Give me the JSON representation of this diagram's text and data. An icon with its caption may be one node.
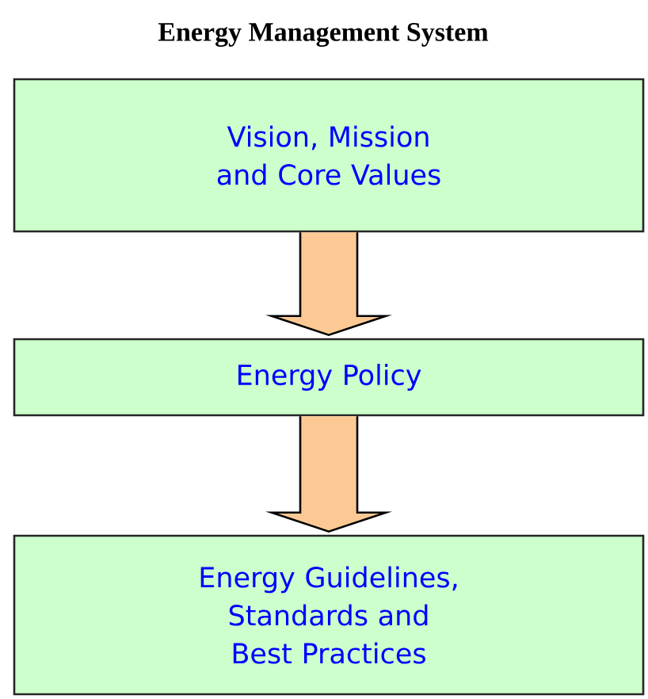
{
  "diagram": {
    "title": "Energy Management System",
    "nodes": [
      {
        "text": [
          "Vision, Mission and Core Values"
        ]
      },
      {
        "text": [
          "Energy Policy"
        ]
      },
      {
        "text": [
          "Energy Guidelines, Standards and Best Practices"
        ]
      }
    ],
    "edges": [
      {
        "from": 0,
        "to": 1,
        "arrow": "to"
      },
      {
        "from": 1,
        "to": 2,
        "arrow": "to"
      }
    ]
  }
}
